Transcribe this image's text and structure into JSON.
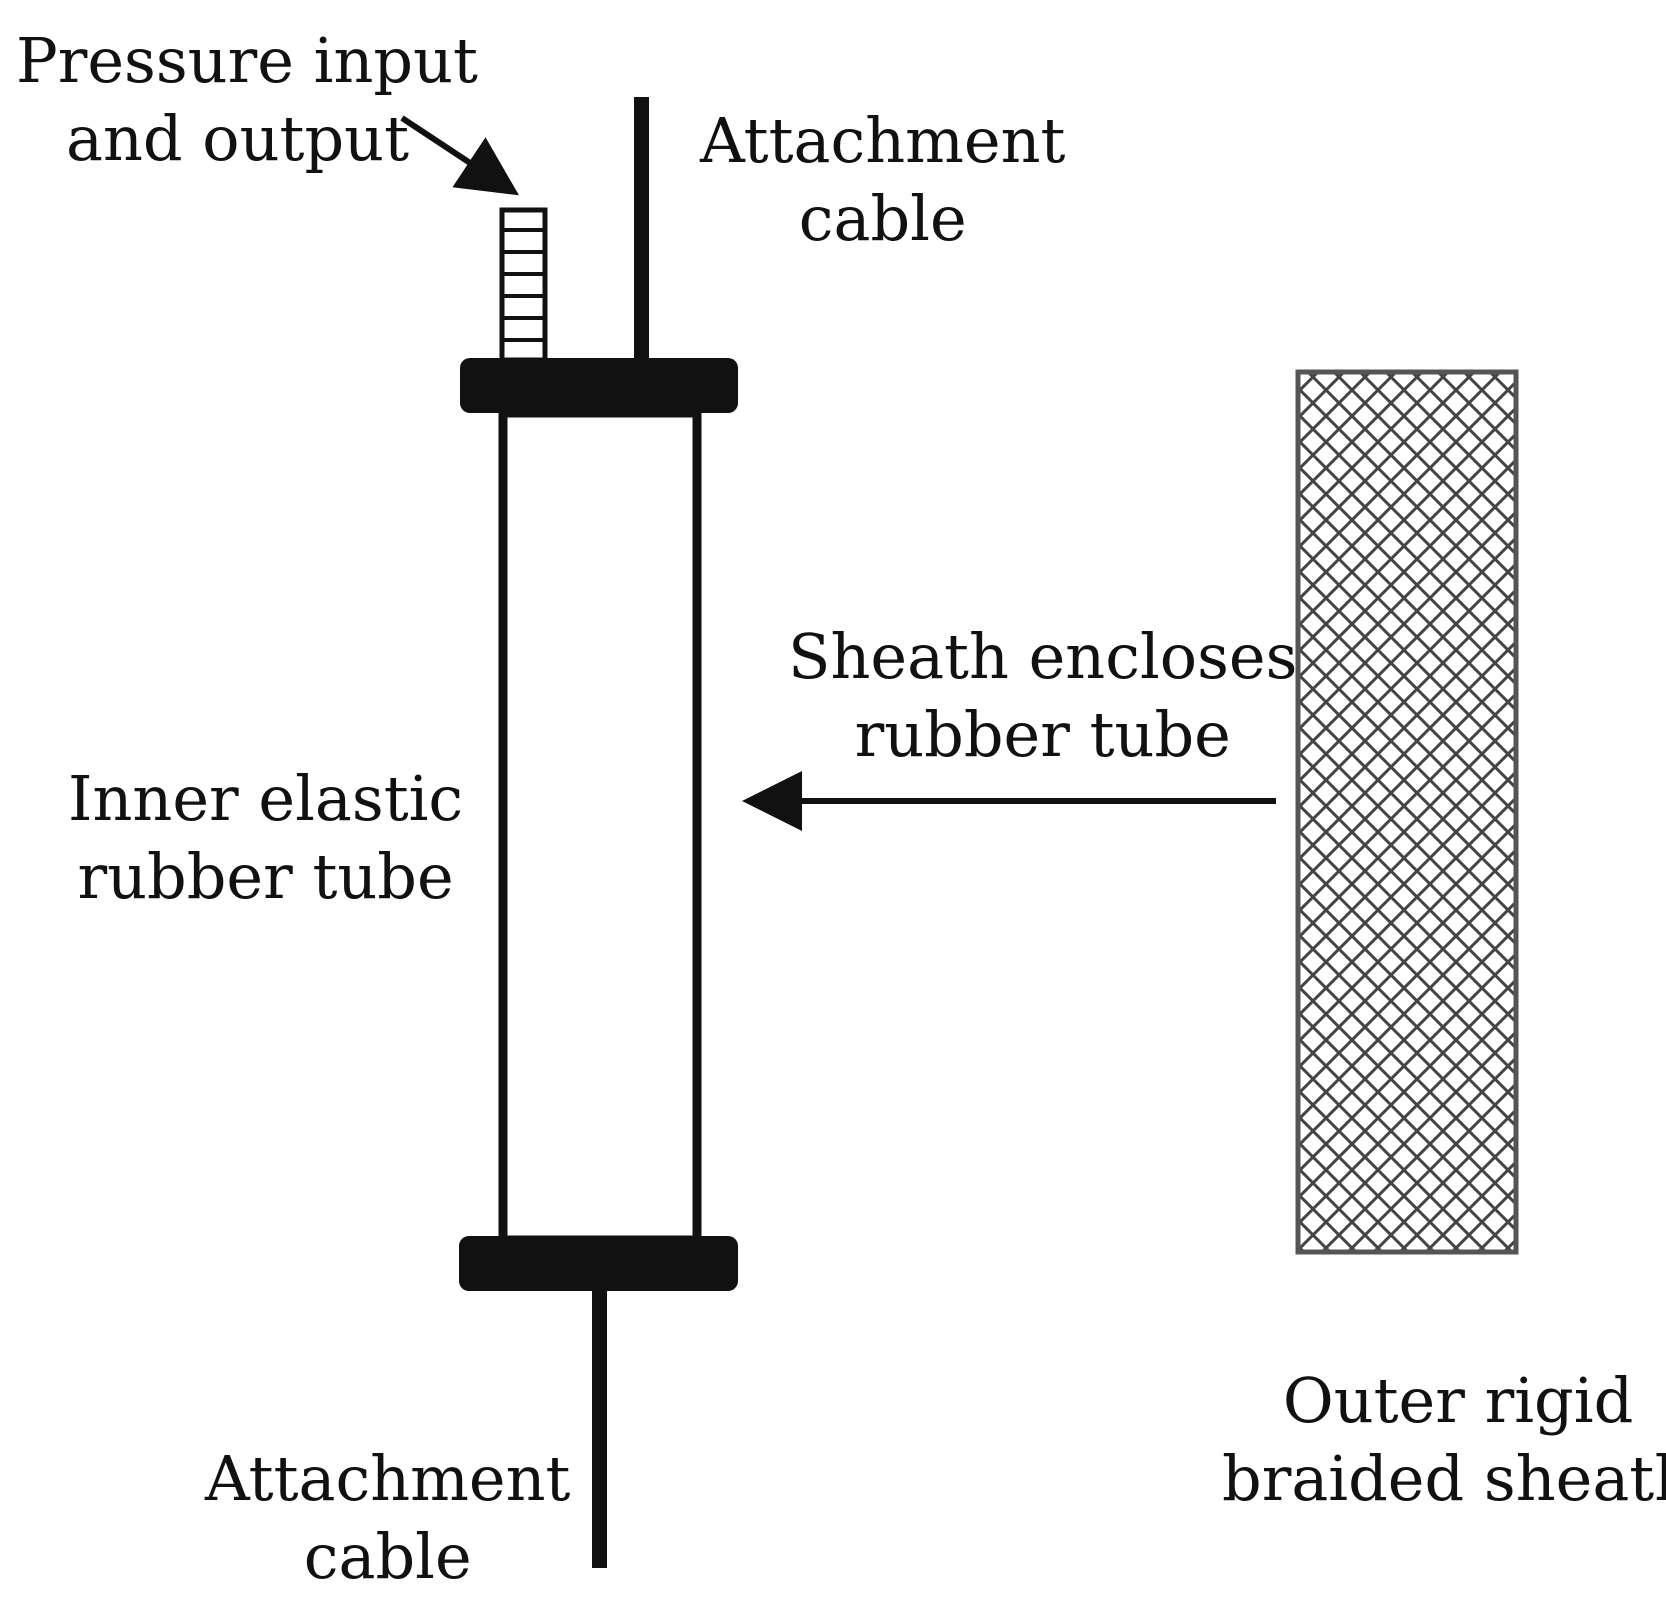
{
  "labels": {
    "pressure": [
      "Pressure input",
      "and output"
    ],
    "attach_top": [
      "Attachment",
      "cable"
    ],
    "sheath_action": [
      "Sheath encloses",
      "rubber tube"
    ],
    "inner_tube": [
      "Inner elastic",
      "rubber tube"
    ],
    "attach_bottom": [
      "Attachment",
      "cable"
    ],
    "outer_sheath": [
      "Outer rigid",
      "braided sheath"
    ]
  },
  "colors": {
    "ink": "#111111",
    "mesh": "#444444",
    "background": "#ffffff"
  }
}
